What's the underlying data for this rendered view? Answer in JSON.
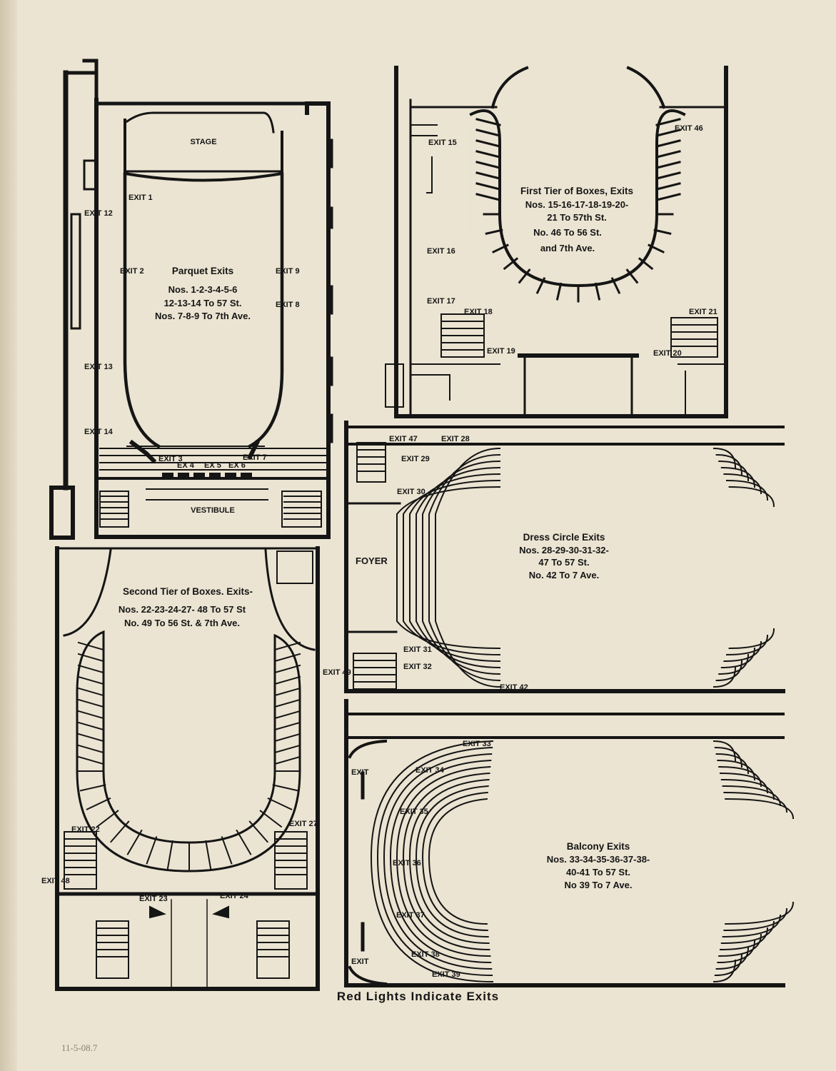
{
  "parquet": {
    "stage": "STAGE",
    "vestibule": "VESTIBULE",
    "title": "Parquet Exits",
    "lines": [
      "Nos. 1-2-3-4-5-6",
      "12-13-14 To 57 St.",
      "Nos. 7-8-9 To 7th Ave."
    ],
    "exits": [
      "EXIT 1",
      "EXIT 2",
      "EXIT 3",
      "EX 4",
      "EX 5",
      "EX 6",
      "EXIT 7",
      "EXIT 8",
      "EXIT 9",
      "EXIT 12",
      "EXIT 13",
      "EXIT 14"
    ]
  },
  "first_tier": {
    "title": "First Tier of Boxes, Exits",
    "lines": [
      "Nos. 15-16-17-18-19-20-",
      "21 To 57th St.",
      "No. 46 To 56 St.",
      "and 7th Ave."
    ],
    "exits": [
      "EXIT 15",
      "EXIT 16",
      "EXIT 17",
      "EXIT 18",
      "EXIT 19",
      "EXIT 20",
      "EXIT 21",
      "EXIT 46"
    ]
  },
  "dress_circle": {
    "foyer": "FOYER",
    "title": "Dress Circle Exits",
    "lines": [
      "Nos. 28-29-30-31-32-",
      "47 To 57 St.",
      "No. 42 To 7 Ave."
    ],
    "exits": [
      "EXIT 47",
      "EXIT 28",
      "EXIT 29",
      "EXIT 30",
      "EXIT 31",
      "EXIT 32",
      "EXIT 42"
    ]
  },
  "second_tier": {
    "title": "Second Tier of Boxes. Exits-",
    "lines": [
      "Nos. 22-23-24-27- 48 To 57 St",
      "No. 49 To 56 St. & 7th Ave."
    ],
    "exits": [
      "EXIT 22",
      "EXIT 23",
      "EXIT 24",
      "EXIT 27",
      "EXIT 48",
      "EXIT 49"
    ]
  },
  "balcony": {
    "title": "Balcony Exits",
    "lines": [
      "Nos. 33-34-35-36-37-38-",
      "40-41 To 57 St.",
      "No 39 To 7 Ave."
    ],
    "exits": [
      "EXIT 33",
      "EXIT 34",
      "EXIT 35",
      "EXIT 36",
      "EXIT 37",
      "EXIT 38",
      "EXIT 39",
      "EXIT",
      "EXIT"
    ]
  },
  "caption": "Red Lights Indicate Exits",
  "handwritten_note": "11-5-08.7",
  "colors": {
    "paper": "#ebe4d2",
    "ink": "#151515"
  }
}
